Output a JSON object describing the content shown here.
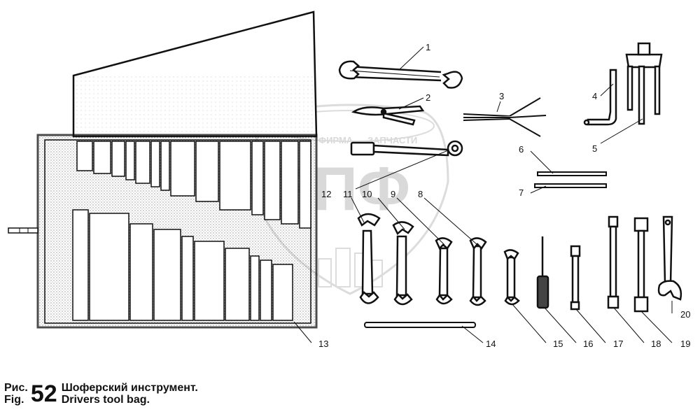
{
  "figure": {
    "prefix_ru": "Рис.",
    "prefix_en": "Fig.",
    "number": "52",
    "title_ru": "Шоферский инструмент.",
    "title_en": "Drivers tool bag."
  },
  "watermark": {
    "top_text": "ФИРМА",
    "top_text_2": "ЗАПЧАСТИ",
    "logo_text": "ЭПФ"
  },
  "labels": {
    "l1": "1",
    "l2": "2",
    "l3": "3",
    "l4": "4",
    "l5": "5",
    "l6": "6",
    "l7": "7",
    "l8": "8",
    "l9": "9",
    "l10": "10",
    "l11": "11",
    "l12": "12",
    "l13": "13",
    "l14": "14",
    "l15": "15",
    "l16": "16",
    "l17": "17",
    "l18": "18",
    "l19": "19",
    "l20": "20"
  }
}
